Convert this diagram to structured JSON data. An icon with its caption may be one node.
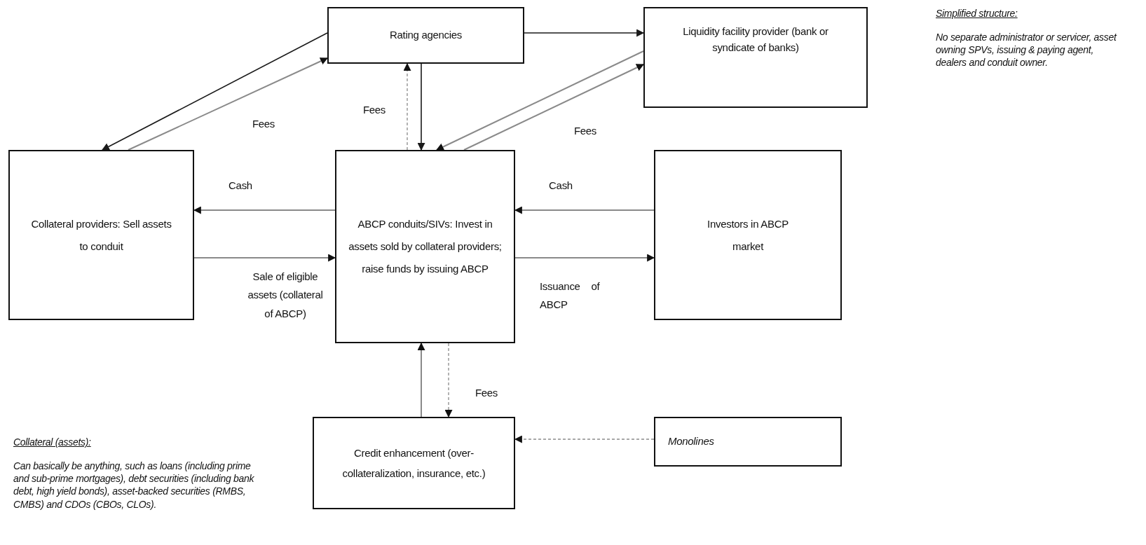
{
  "diagram": {
    "nodes": [
      {
        "text": [
          "Rating agencies"
        ]
      },
      {
        "text": [
          "Liquidity facility provider (bank or syndicate of banks)"
        ]
      },
      {
        "text": [
          "Collateral providers: Sell assets to conduit"
        ]
      },
      {
        "text": [
          "ABCP conduits/SIVs: Invest in assets sold by collateral providers; raise funds by issuing ABCP"
        ]
      },
      {
        "text": [
          "Investors in ABCP market"
        ]
      },
      {
        "text": [
          "Credit enhancement (over-collateralization, insurance, etc.)"
        ]
      },
      {
        "text": [
          "Monolines"
        ]
      }
    ],
    "edges": [
      {
        "from": 0,
        "to": 2,
        "arrow": "to",
        "color": "#1a1a1a"
      },
      {
        "from": 2,
        "to": 0,
        "arrow": "to",
        "label": "Fees"
      },
      {
        "from": 3,
        "to": 0,
        "arrow": "to",
        "label": "Fees",
        "style": "dashed"
      },
      {
        "from": 0,
        "to": 3,
        "arrow": "to",
        "color": "#1a1a1a"
      },
      {
        "from": 0,
        "to": 1,
        "arrow": "to",
        "color": "#1a1a1a"
      },
      {
        "from": 1,
        "to": 3,
        "arrow": "to"
      },
      {
        "from": 3,
        "to": 1,
        "arrow": "to",
        "label": "Fees"
      },
      {
        "from": 3,
        "to": 2,
        "arrow": "to",
        "label": "Cash"
      },
      {
        "from": 2,
        "to": 3,
        "arrow": "to",
        "label": "Sale of eligible assets (collateral of ABCP)"
      },
      {
        "from": 4,
        "to": 3,
        "arrow": "to",
        "label": "Cash"
      },
      {
        "from": 3,
        "to": 4,
        "arrow": "to",
        "label": "Issuance of ABCP"
      },
      {
        "from": 5,
        "to": 3,
        "arrow": "to"
      },
      {
        "from": 3,
        "to": 5,
        "arrow": "to",
        "label": "Fees",
        "style": "dashed"
      },
      {
        "from": 6,
        "to": 5,
        "arrow": "to",
        "style": "dashed"
      }
    ],
    "labels": [
      "Simplified structure:",
      "No separate administrator or servicer, asset owning SPVs, issuing & paying agent, dealers and conduit owner.",
      "Collateral (assets):",
      "Can basically be anything, such as loans (including prime and sub-prime mortgages), debt securities (including bank debt, high yield bonds), asset-backed securities (RMBS, CMBS) and CDOs (CBOs, CLOs)."
    ]
  }
}
